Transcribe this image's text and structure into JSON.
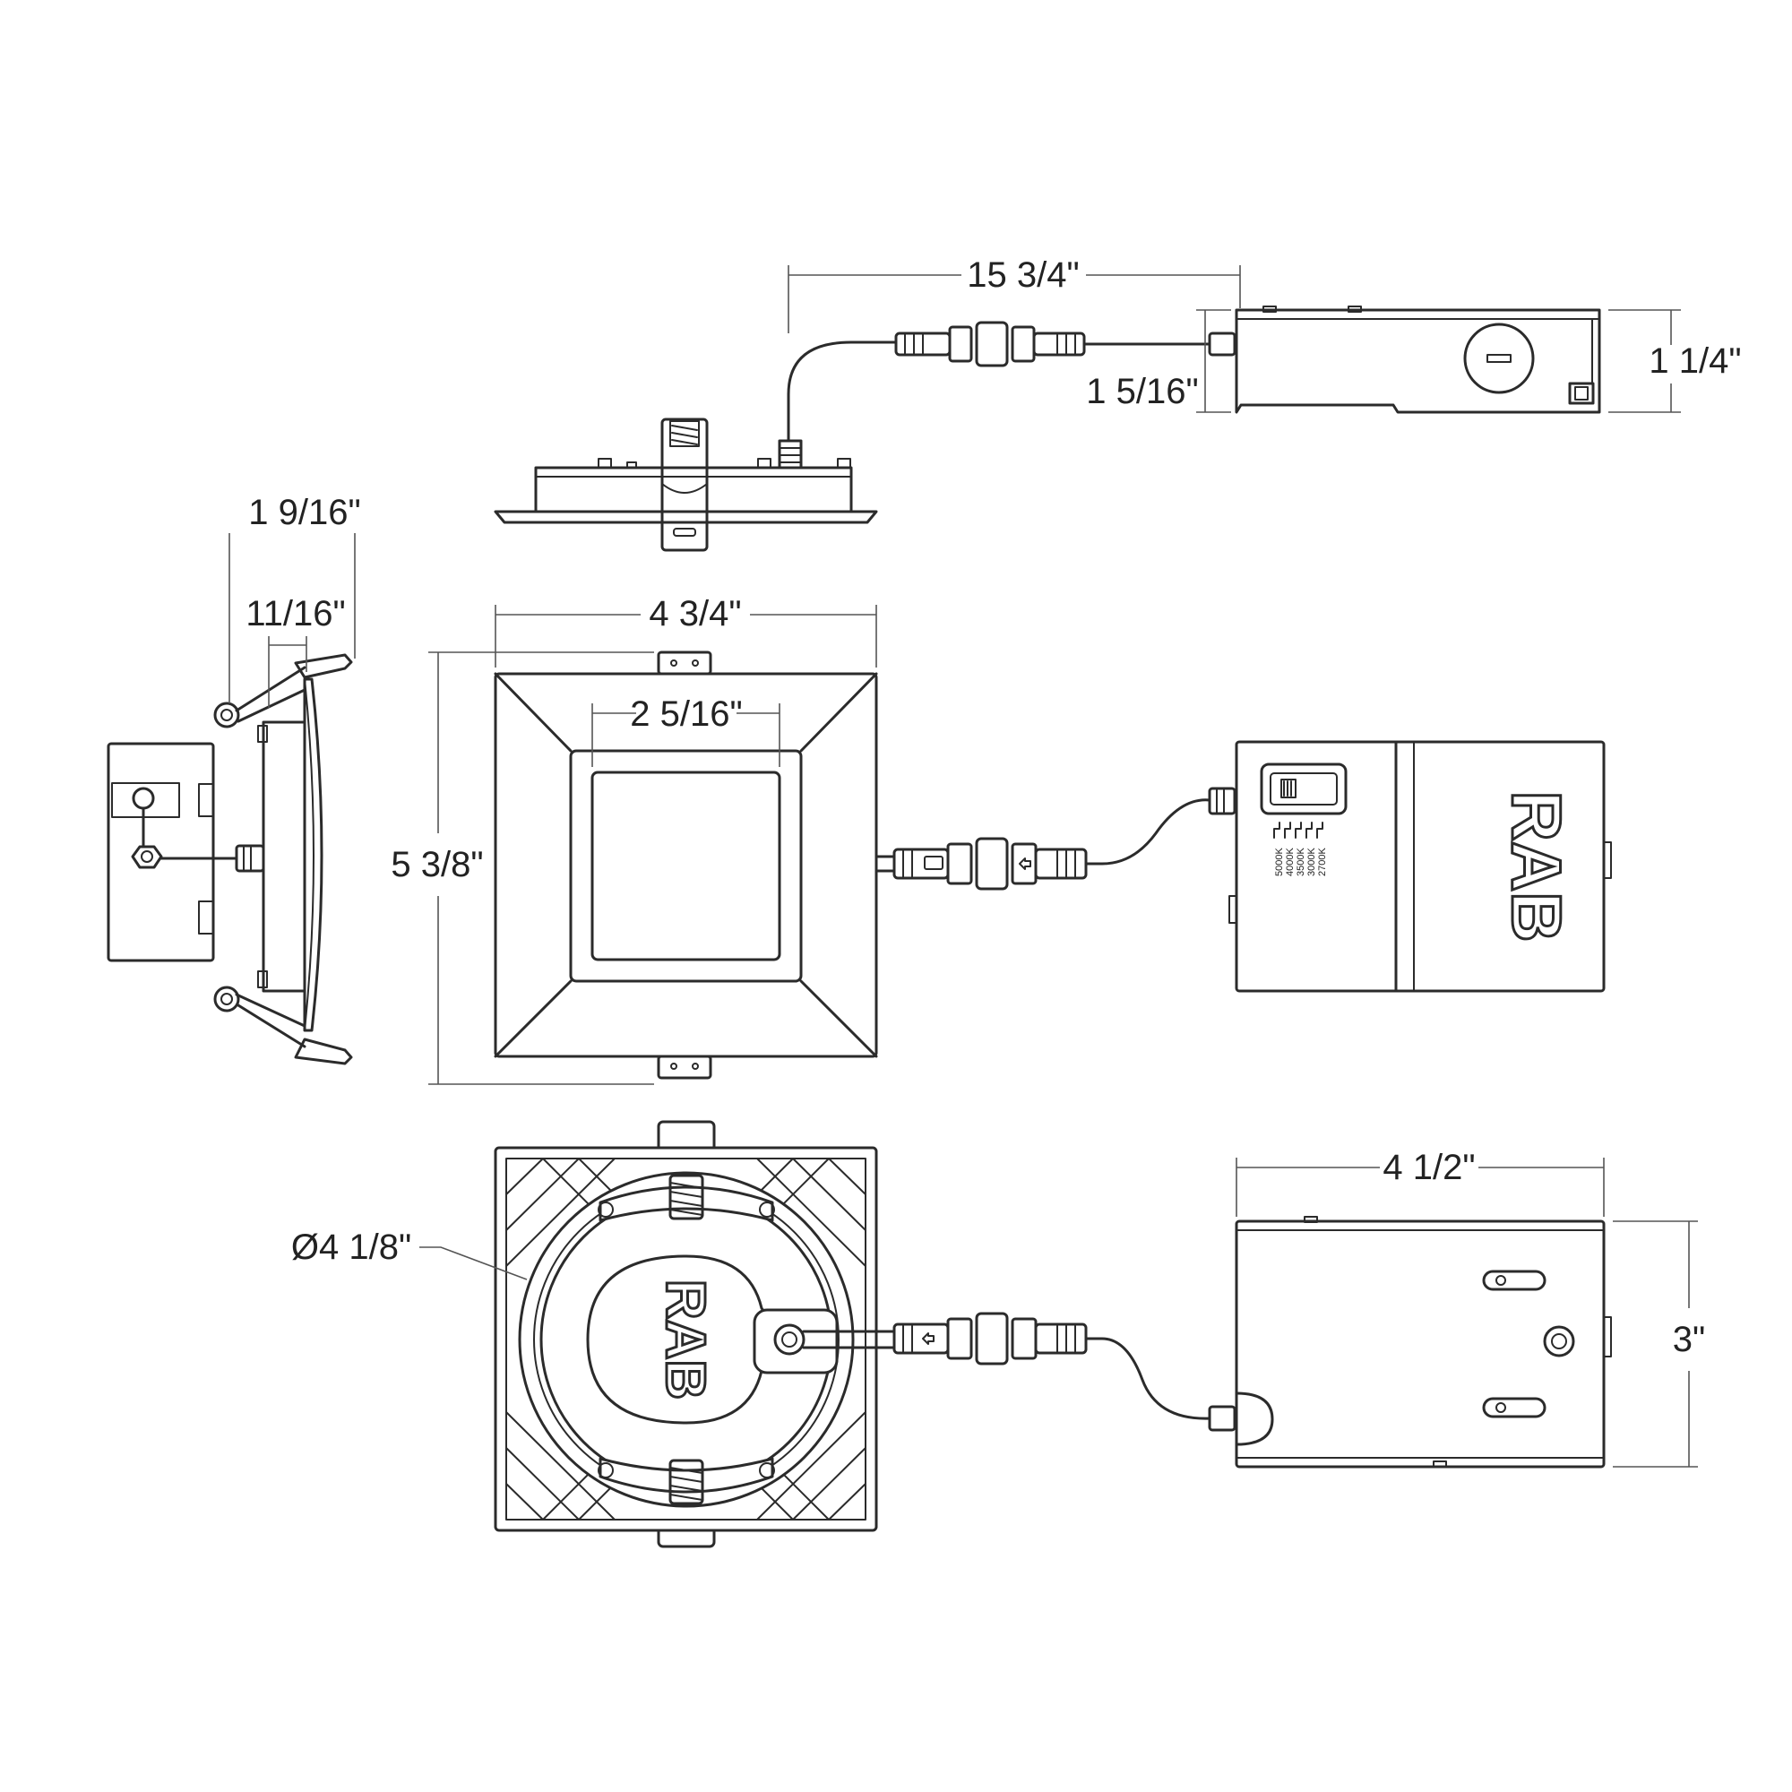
{
  "dimensions": {
    "length": "15 3/4\"",
    "driver_height_top": "1 1/4\"",
    "cable_height": "1 5/16\"",
    "side_depth": "1 9/16\"",
    "side_thickness": "11/16\"",
    "trim_width": "4 3/4\"",
    "trim_height": "5 3/8\"",
    "lens_width": "2 5/16\"",
    "diameter": "Ø4 1/8\"",
    "driver_width": "4 1/2\"",
    "driver_height": "3\""
  },
  "logo": "RAB",
  "cct_labels": [
    "5000K",
    "4000K",
    "3500K",
    "3000K",
    "2700K"
  ]
}
